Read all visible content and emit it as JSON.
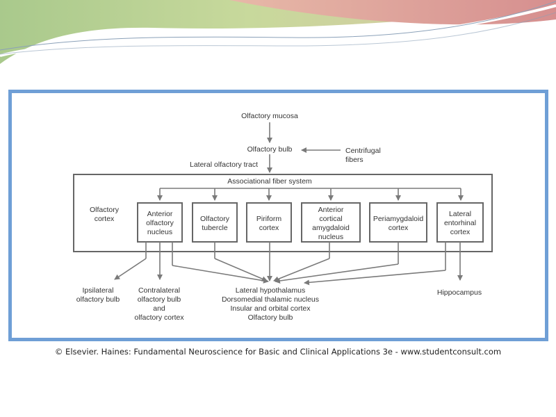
{
  "diagram": {
    "top": {
      "mucosa": "Olfactory mucosa",
      "bulb": "Olfactory bulb",
      "centrifugal_1": "Centrifugal",
      "centrifugal_2": "fibers",
      "tract": "Lateral olfactory tract"
    },
    "system": "Associational fiber system",
    "cortex": [
      "Olfactory",
      "cortex"
    ],
    "boxes": [
      {
        "lines": [
          "Anterior",
          "olfactory",
          "nucleus"
        ]
      },
      {
        "lines": [
          "Olfactory",
          "tubercle"
        ]
      },
      {
        "lines": [
          "Piriform",
          "cortex"
        ]
      },
      {
        "lines": [
          "Anterior",
          "cortical",
          "amygdaloid",
          "nucleus"
        ]
      },
      {
        "lines": [
          "Periamygdaloid",
          "cortex"
        ]
      },
      {
        "lines": [
          "Lateral",
          "entorhinal",
          "cortex"
        ]
      }
    ],
    "outputs": {
      "ipsilateral": [
        "Ipsilateral",
        "olfactory bulb"
      ],
      "contralateral": [
        "Contralateral",
        "olfactory bulb",
        "and",
        "olfactory cortex"
      ],
      "central": [
        "Lateral hypothalamus",
        "Dorsomedial thalamic nucleus",
        "Insular and orbital cortex",
        "Olfactory bulb"
      ],
      "hippocampus": "Hippocampus"
    }
  },
  "footer": "© Elsevier. Haines: Fundamental Neuroscience for Basic and Clinical Applications 3e - www.studentconsult.com"
}
